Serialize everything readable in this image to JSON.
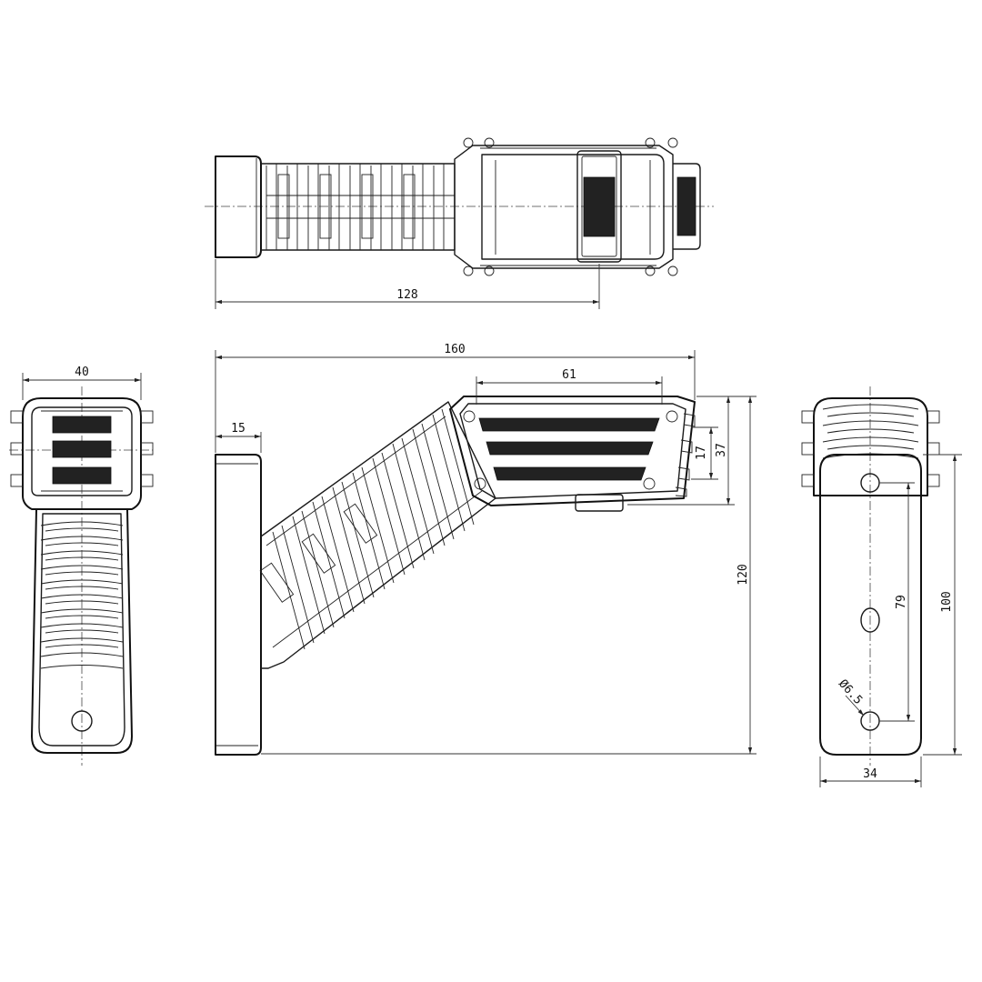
{
  "dimensions": {
    "top_view_length": "128",
    "overall_length": "160",
    "lamp_head_length": "61",
    "base_thickness": "15",
    "front_width": "40",
    "led_pitch": "17",
    "head_height": "37",
    "overall_height": "120",
    "hole_spacing": "79",
    "base_height": "100",
    "base_width": "34",
    "hole_diameter": "Ø6.5"
  },
  "colors": {
    "line": "#1a1a1a",
    "led": "#222222",
    "background": "#ffffff"
  }
}
